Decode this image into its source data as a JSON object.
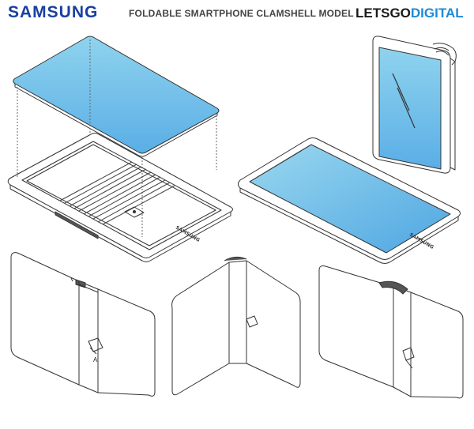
{
  "header": {
    "brand": "SAMSUNG",
    "title": "FOLDABLE SMARTPHONE CLAMSHELL MODEL",
    "site_part1": "LETSGO",
    "site_part2": "DIGITAL"
  },
  "figures": {
    "device_imprint": "SAMSUNG",
    "hinge_label": "A"
  },
  "colors": {
    "screen_top": "#8fd3ee",
    "screen_bottom": "#5aaee6",
    "line": "#333333",
    "brand": "#1a3fa0",
    "site_accent": "#1e8bd8"
  }
}
